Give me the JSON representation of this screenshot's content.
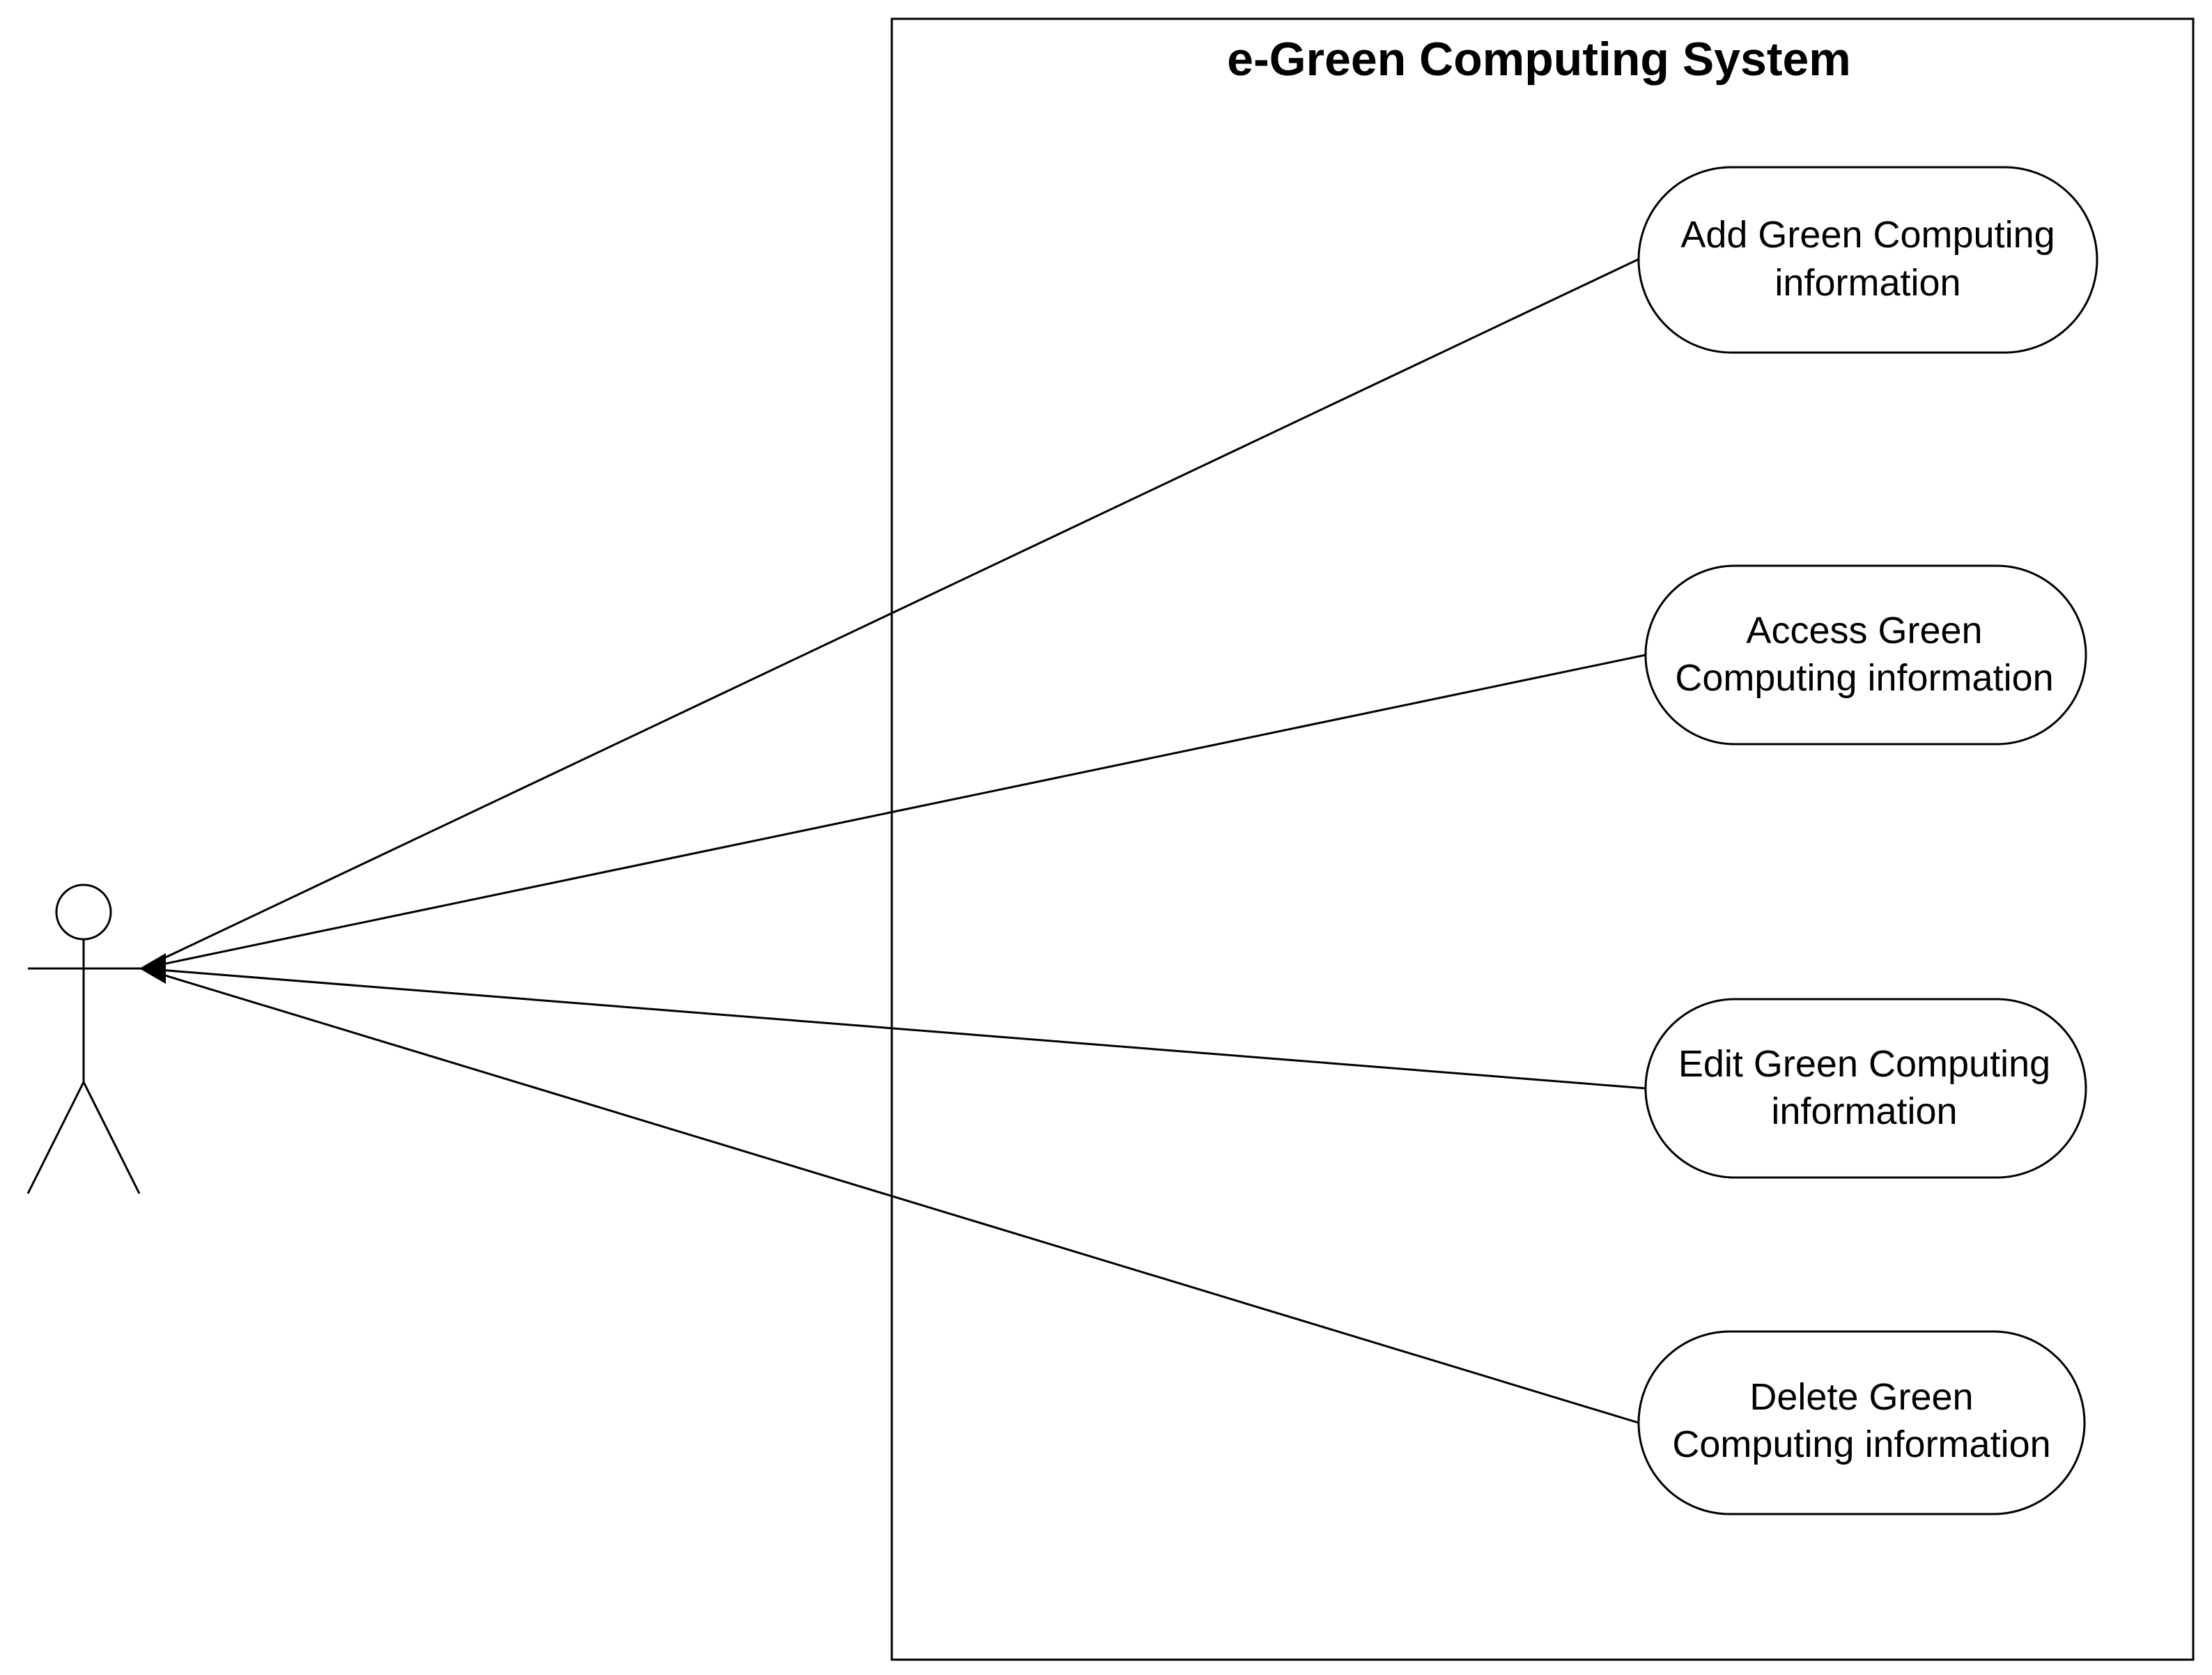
{
  "system": {
    "title": "e-Green Computing System"
  },
  "use_cases": [
    {
      "line1": "Add Green Computing",
      "line2": "information"
    },
    {
      "line1": "Access Green",
      "line2": "Computing information"
    },
    {
      "line1": "Edit Green Computing",
      "line2": "information"
    },
    {
      "line1": "Delete Green",
      "line2": "Computing information"
    }
  ],
  "colors": {
    "line": "#000000",
    "background": "#ffffff"
  }
}
